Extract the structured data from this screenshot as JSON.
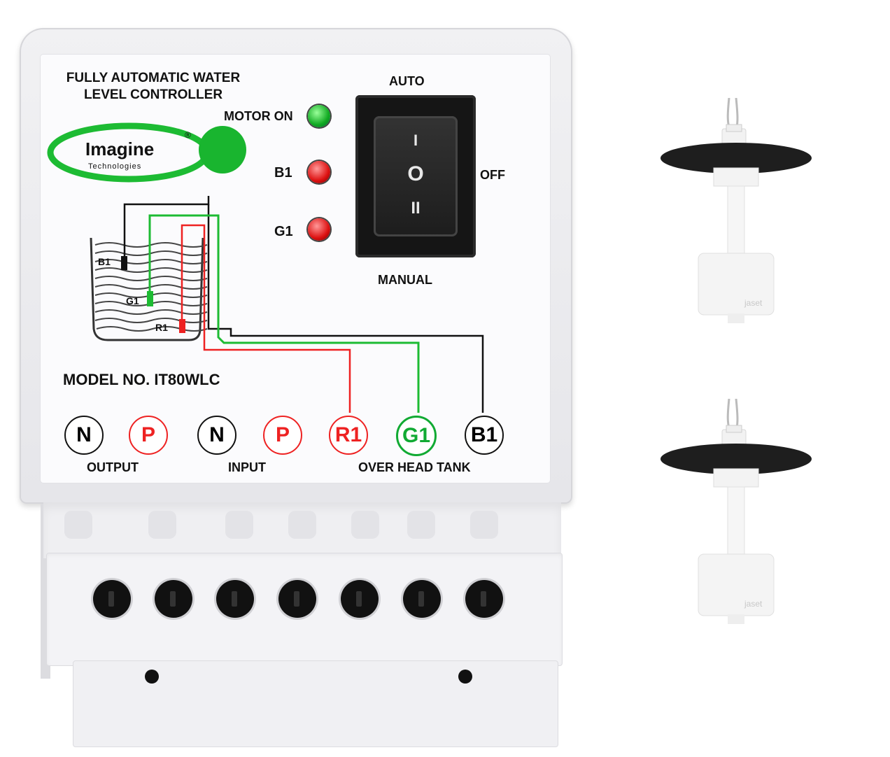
{
  "product": {
    "title_line1": "FULLY AUTOMATIC WATER",
    "title_line2": "LEVEL CONTROLLER",
    "brand": "Imagine",
    "brand_registered": "®",
    "brand_sub": "Technologies",
    "model": "MODEL NO. IT80WLC"
  },
  "indicators": {
    "motor_on": "MOTOR ON",
    "b1": "B1",
    "g1": "G1"
  },
  "switch": {
    "auto": "AUTO",
    "off": "OFF",
    "manual": "MANUAL",
    "mark_top": "I",
    "mark_mid": "O",
    "mark_bot": "II"
  },
  "tank": {
    "b1": "B1",
    "g1": "G1",
    "r1": "R1"
  },
  "terminals": [
    {
      "label": "N",
      "color": "black"
    },
    {
      "label": "P",
      "color": "red"
    },
    {
      "label": "N",
      "color": "black"
    },
    {
      "label": "P",
      "color": "red"
    },
    {
      "label": "R1",
      "color": "red"
    },
    {
      "label": "G1",
      "color": "green"
    },
    {
      "label": "B1",
      "color": "black"
    }
  ],
  "groups": {
    "output": "OUTPUT",
    "input": "INPUT",
    "over_head_tank": "OVER HEAD TANK"
  },
  "float_sensor_mark": "jaset",
  "colors": {
    "red": "#e22222",
    "green": "#11aa33",
    "led_green": "#22bb33",
    "led_red": "#dd1111",
    "switch_body": "#151515"
  }
}
